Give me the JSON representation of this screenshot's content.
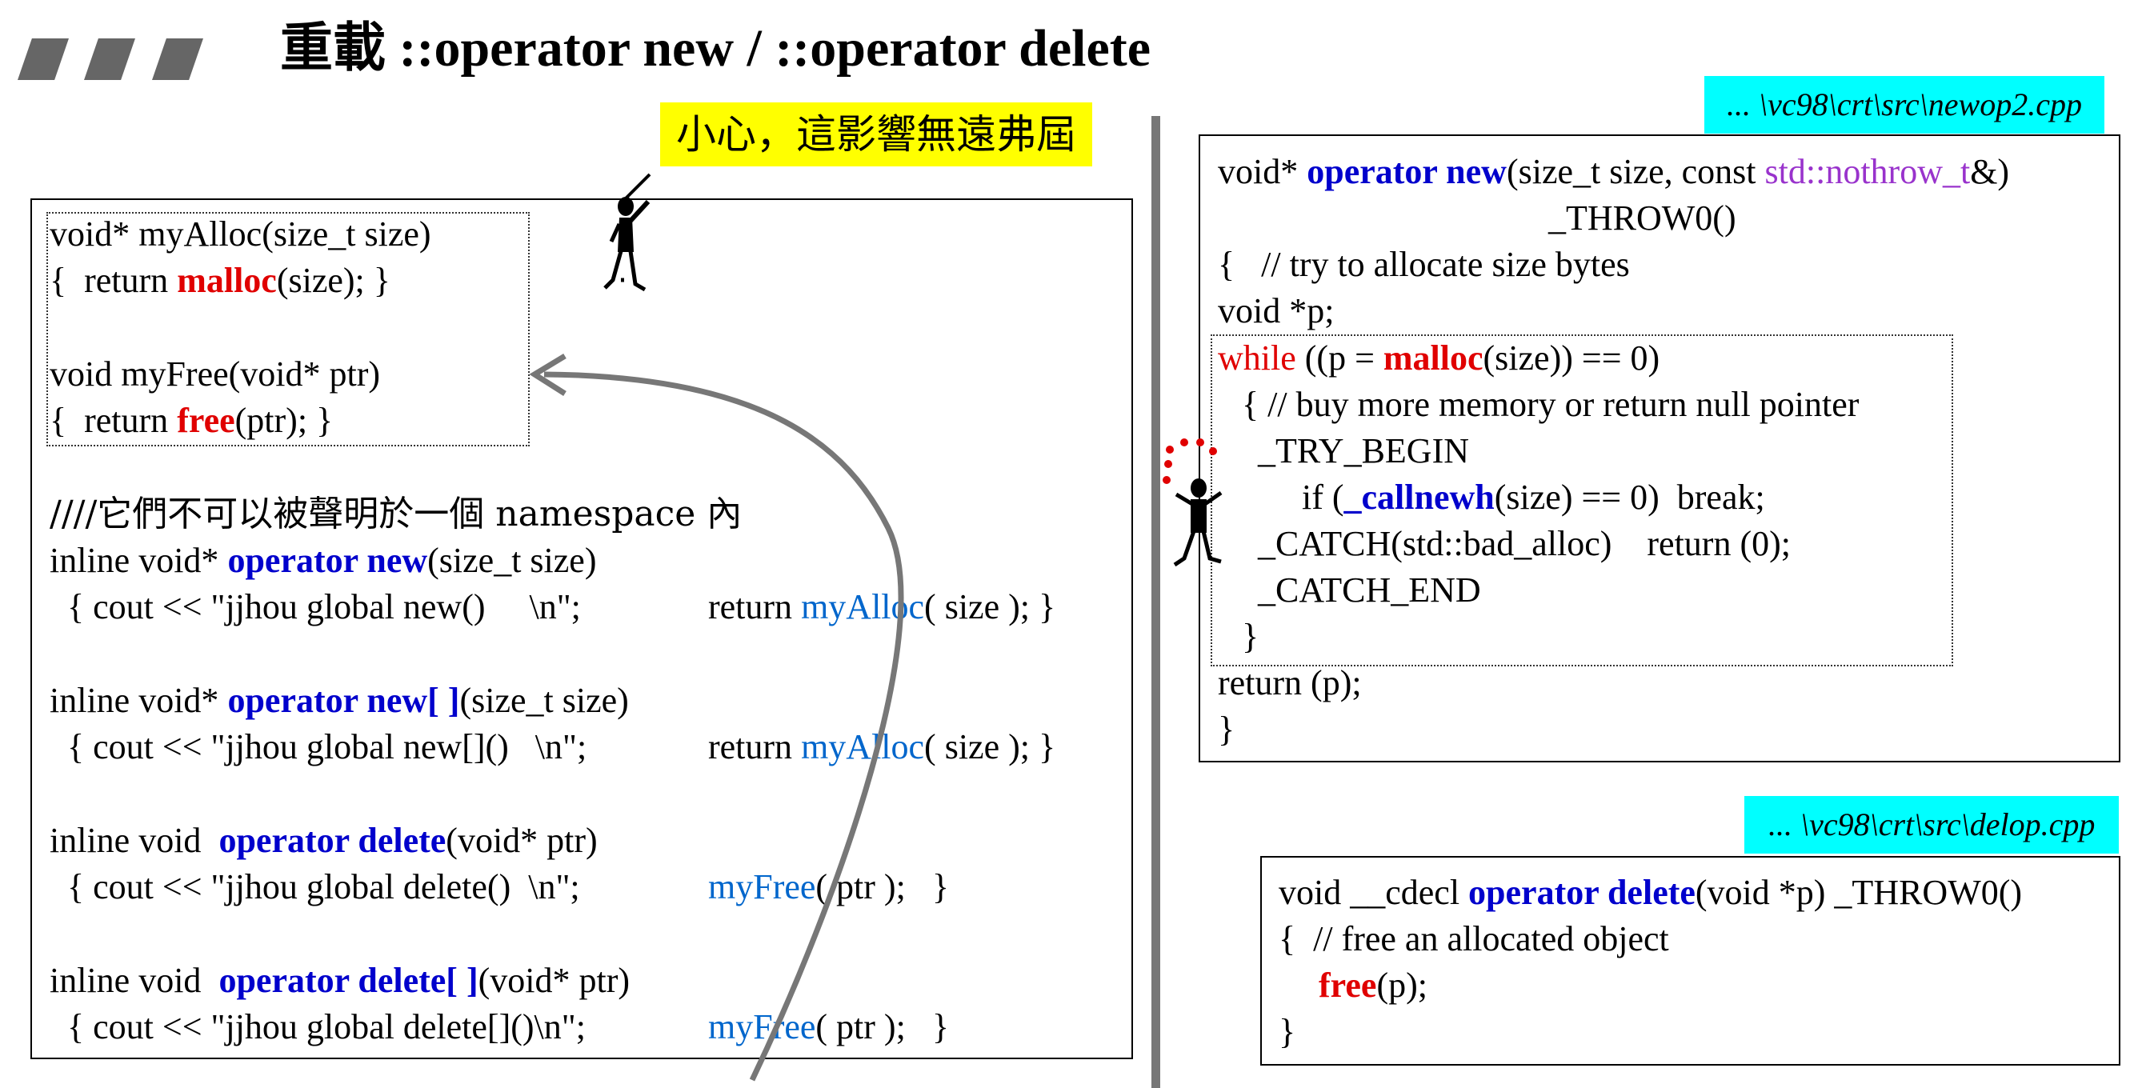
{
  "title": "重載 ::operator new / ::operator delete",
  "warning": "小心，這影響無遠弗屆",
  "left_panel": {
    "alloc_block": [
      {
        "pre": "void* myAlloc(size_t size)"
      },
      {
        "pre": "{  return ",
        "fn": "malloc",
        "post": "(size); }"
      },
      {
        "pre": "void myFree(void* ptr)"
      },
      {
        "pre": "{  return ",
        "fn": "free",
        "post": "(ptr); }"
      }
    ],
    "comment": "////它們不可以被聲明於一個 namespace 內",
    "defs": [
      {
        "pre": "inline void* ",
        "kw": "operator new",
        "post": "(size_t size)",
        "body_a": "  { cout << \"jjhou global new()     \\n\";",
        "call": "myAlloc",
        "rest": "( size ); }"
      },
      {
        "pre": "inline void* ",
        "kw": "operator new[ ]",
        "post": "(size_t size)",
        "body_a": "  { cout << \"jjhou global new[]()   \\n\";",
        "call": "myAlloc",
        "rest": "( size ); }"
      },
      {
        "pre": "inline void  ",
        "kw": "operator delete",
        "post": "(void* ptr)",
        "body_a": "  { cout << \"jjhou global delete()  \\n\";",
        "call": "myFree",
        "rest": "( ptr );   }"
      },
      {
        "pre": "inline void  ",
        "kw": "operator delete[ ]",
        "post": "(void* ptr)",
        "body_a": "  { cout << \"jjhou global delete[]()\\n\";",
        "call": "myFree",
        "rest": "( ptr );   }"
      }
    ],
    "return_word": "return"
  },
  "newop": {
    "file_label": "... \\vc98\\crt\\src\\newop2.cpp",
    "l1_pre": "void* ",
    "l1_kw": "operator new",
    "l1_mid": "(size_t size, const ",
    "l1_type": "std::nothrow_t",
    "l1_post": "&)",
    "l2": "_THROW0()",
    "l3": "{   // try to allocate size bytes",
    "l4": "void *p;",
    "l5_kw": "while",
    "l5_mid": " ((p = ",
    "l5_fn": "malloc",
    "l5_post": "(size)) == 0)",
    "l6": "  { // buy more memory or return null pointer",
    "l7": "  _TRY_BEGIN",
    "l8_pre": "       if (",
    "l8_fn": "_callnewh",
    "l8_post": "(size) == 0)  break;",
    "l9": "  _CATCH(std::bad_alloc)    return (0);",
    "l10": "  _CATCH_END",
    "l11": "  }",
    "l12": "return (p);",
    "l13": "}"
  },
  "delop": {
    "file_label": "... \\vc98\\crt\\src\\delop.cpp",
    "l1_pre": "void __cdecl ",
    "l1_kw": "operator delete",
    "l1_post": "(void *p) _THROW0()",
    "l2": "{  // free an allocated object",
    "l3_fn": "free",
    "l3_post": "(p);",
    "l4": "}"
  },
  "colors": {
    "keyword": "#0000cc",
    "callee": "#e00000",
    "helper": "#0066cc",
    "highlight": "#ffff00",
    "file_tag": "#00ffff",
    "divider": "#777777"
  },
  "icons": [
    "title-mark-icon",
    "pointing-figure-icon",
    "juggling-figure-icon",
    "curved-arrow-icon"
  ]
}
